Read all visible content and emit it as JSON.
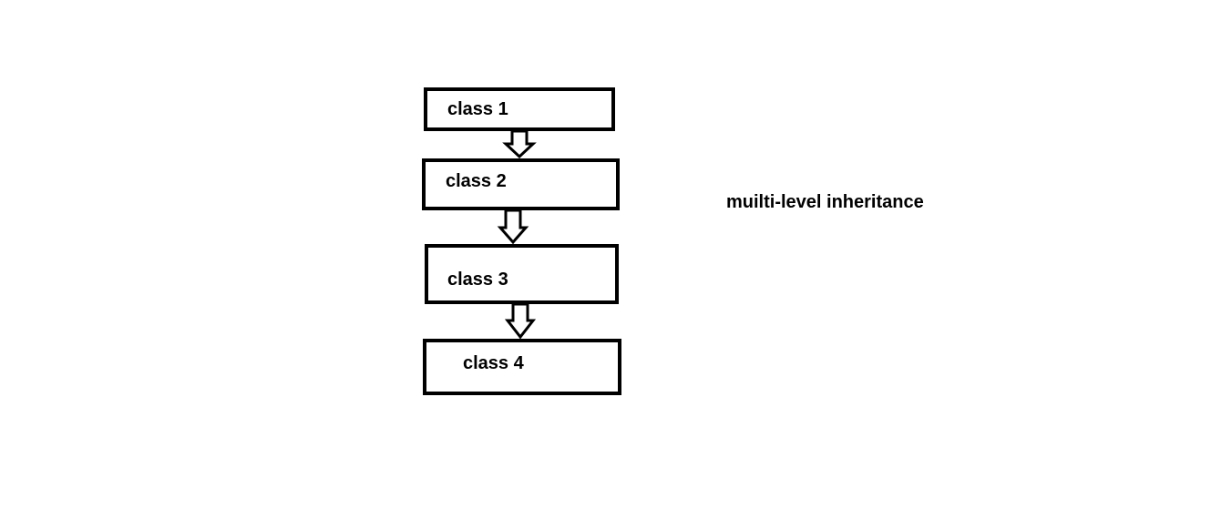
{
  "diagram": {
    "title": "muilti-level inheritance",
    "nodes": [
      {
        "id": "c1",
        "label": "class 1"
      },
      {
        "id": "c2",
        "label": "class 2"
      },
      {
        "id": "c3",
        "label": "class 3"
      },
      {
        "id": "c4",
        "label": "class 4"
      }
    ],
    "edges": [
      {
        "from": "c1",
        "to": "c2",
        "icon": "hollow-down-arrow-icon"
      },
      {
        "from": "c2",
        "to": "c3",
        "icon": "hollow-down-arrow-icon"
      },
      {
        "from": "c3",
        "to": "c4",
        "icon": "hollow-down-arrow-icon"
      }
    ],
    "colors": {
      "stroke": "#000000",
      "background": "#ffffff"
    }
  }
}
